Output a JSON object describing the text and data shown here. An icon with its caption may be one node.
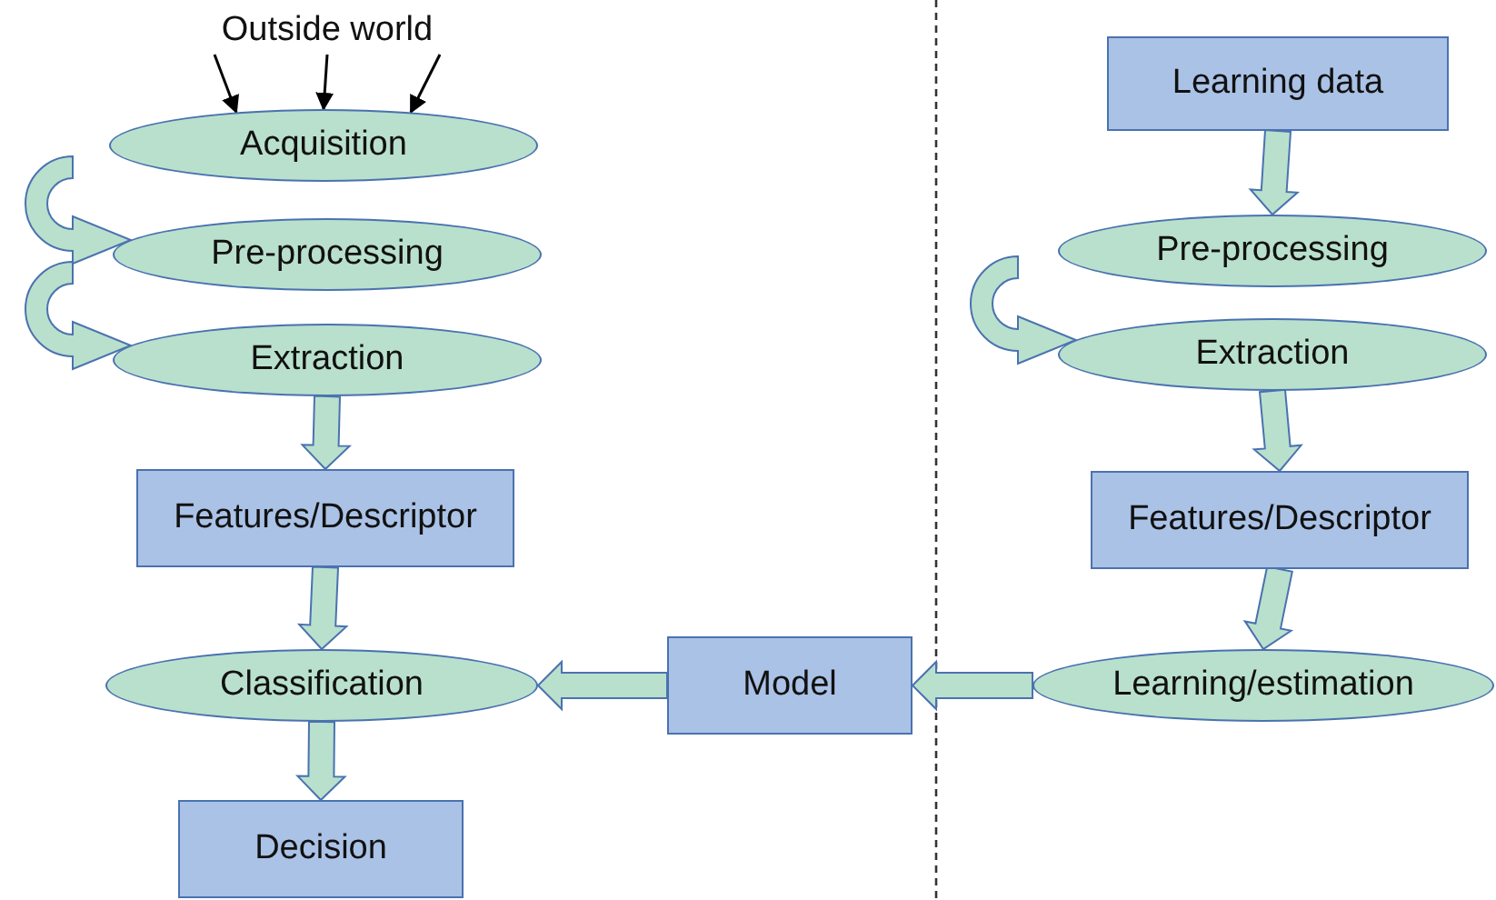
{
  "diagram": {
    "nodes": [
      {
        "text": [
          "Outside world"
        ]
      },
      {
        "text": [
          "Acquisition"
        ]
      },
      {
        "text": [
          "Pre-processing"
        ]
      },
      {
        "text": [
          "Extraction"
        ]
      },
      {
        "text": [
          "Features/Descriptor"
        ]
      },
      {
        "text": [
          "Classification"
        ]
      },
      {
        "text": [
          "Decision"
        ]
      },
      {
        "text": [
          "Model"
        ]
      },
      {
        "text": [
          "Learning data"
        ]
      },
      {
        "text": [
          "Pre-processing"
        ]
      },
      {
        "text": [
          "Extraction"
        ]
      },
      {
        "text": [
          "Features/Descriptor"
        ]
      },
      {
        "text": [
          "Learning/estimation"
        ]
      }
    ],
    "edges": [
      {
        "from": 0,
        "to": 1,
        "arrow": "to",
        "color": "#000000"
      },
      {
        "from": 0,
        "to": 1,
        "arrow": "to",
        "color": "#000000"
      },
      {
        "from": 0,
        "to": 1,
        "arrow": "to",
        "color": "#000000"
      },
      {
        "from": null,
        "to": 2,
        "arrow": "to"
      },
      {
        "from": null,
        "to": 3,
        "arrow": "to"
      },
      {
        "from": 3,
        "to": 4,
        "arrow": "to"
      },
      {
        "from": 4,
        "to": 5,
        "arrow": "to"
      },
      {
        "from": 5,
        "to": 6,
        "arrow": "to"
      },
      {
        "from": 7,
        "to": 5,
        "arrow": "to"
      },
      {
        "from": 8,
        "to": 9,
        "arrow": "to"
      },
      {
        "from": null,
        "to": 10,
        "arrow": "to"
      },
      {
        "from": 10,
        "to": 11,
        "arrow": "to"
      },
      {
        "from": 11,
        "to": 12,
        "arrow": "to"
      },
      {
        "from": 12,
        "to": 7,
        "arrow": "to"
      }
    ]
  }
}
